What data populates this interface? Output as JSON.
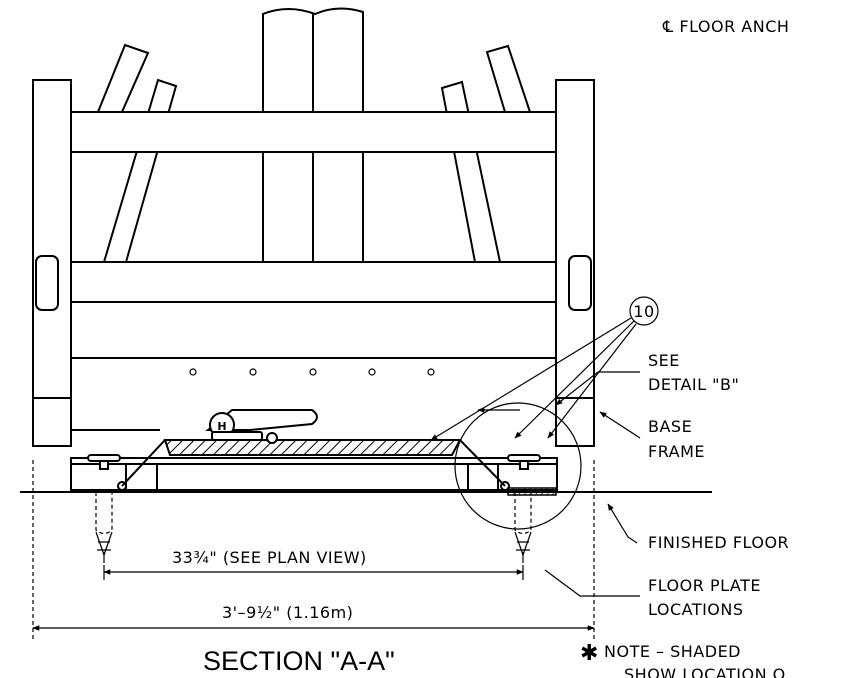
{
  "labels": {
    "floor_anchor": "℄ FLOOR ANCH",
    "callout_number": "10",
    "see_detail_line1": "SEE",
    "see_detail_line2": "DETAIL \"B\"",
    "base_frame_line1": "BASE",
    "base_frame_line2": "FRAME",
    "finished_floor": "FINISHED FLOOR",
    "floor_plate_line1": "FLOOR PLATE",
    "floor_plate_line2": "LOCATIONS",
    "dim_inner": "33¾\" (SEE PLAN VIEW)",
    "dim_overall": "3'–9½\" (1.16m)",
    "section_title": "SECTION \"A-A\"",
    "note_marker": "✱",
    "note_line1": "NOTE – SHADED",
    "note_line2": "SHOW LOCATION O"
  }
}
